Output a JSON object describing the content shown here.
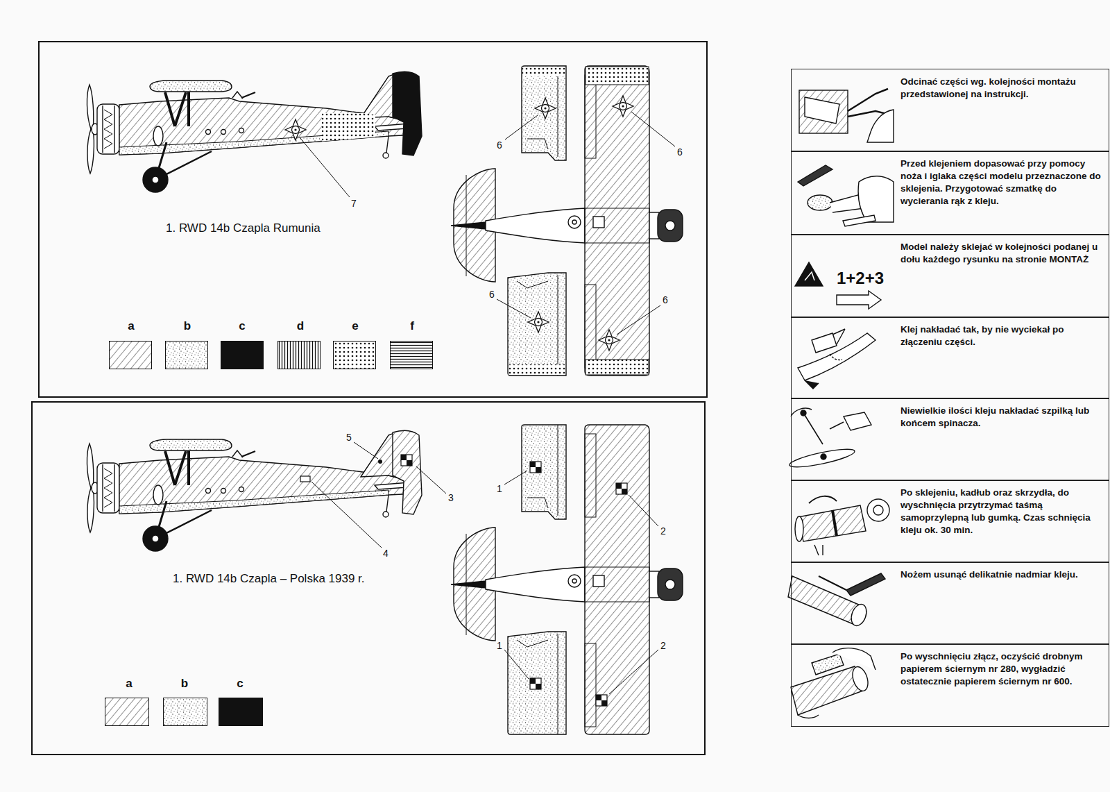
{
  "diagram": {
    "nodes": [
      {
        "text": [
          "1. RWD 14b Czapla Rumunia"
        ]
      },
      {
        "text": [
          "1. RWD 14b Czapla – Polska 1939 r."
        ]
      },
      {
        "text": [
          "Odcinać części wg. kolejności montażu przedstawionej na instrukcji."
        ]
      },
      {
        "text": [
          "Przed klejeniem dopasować przy pomocy noża i iglaka części modelu przeznaczone do sklejenia. Przygotować szmatkę do wycierania rąk z kleju."
        ]
      },
      {
        "text": [
          "Model należy sklejać w kolejności podanej u dołu każdego rysunku na stronie MONTAŻ"
        ]
      },
      {
        "text": [
          "Klej nakładać tak, by nie wyciekał po złączeniu części."
        ]
      },
      {
        "text": [
          "Niewielkie ilości kleju nakładać szpilką lub końcem spinacza."
        ]
      },
      {
        "text": [
          "Po sklejeniu, kadłub oraz skrzydła, do wyschnięcia przytrzymać taśmą samoprzylepną lub gumką. Czas schnięcia kleju ok. 30 min."
        ]
      },
      {
        "text": [
          "Nożem usunąć delikatnie nadmiar kleju."
        ]
      },
      {
        "text": [
          "Po wyschnięciu złącz, oczyścić drobnym papierem ściernym nr 280, wygładzić ostatecznie papierem ściernym nr 600."
        ]
      }
    ],
    "labels": [
      "6",
      "6",
      "7",
      "6",
      "6",
      "5",
      "3",
      "4",
      "1",
      "2",
      "1",
      "2",
      "1+2+3"
    ],
    "legend": [
      {
        "text": "a"
      },
      {
        "text": "b"
      },
      {
        "text": "c",
        "color": "#111111"
      },
      {
        "text": "d"
      },
      {
        "text": "e"
      },
      {
        "text": "f"
      },
      {
        "text": "a"
      },
      {
        "text": "b"
      },
      {
        "text": "c",
        "color": "#111111"
      }
    ]
  }
}
